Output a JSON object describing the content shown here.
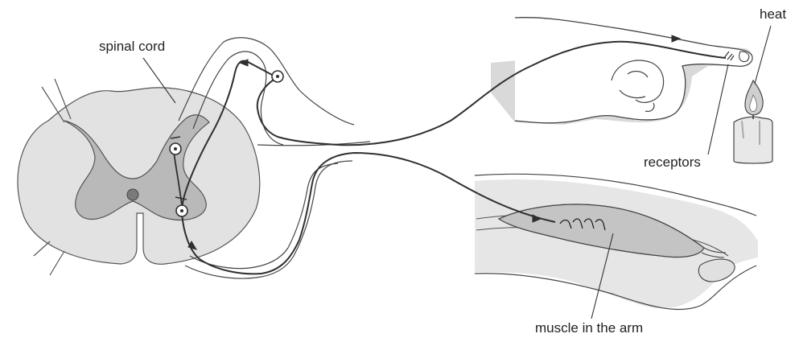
{
  "labels": {
    "spinal_cord": "spinal cord",
    "heat": "heat",
    "receptors": "receptors",
    "muscle": "muscle in the arm"
  },
  "colors": {
    "tissue_light": "#e2e2e2",
    "tissue_dark": "#b9b9b9",
    "skin": "#ffffff",
    "hand_shade": "#d9d9d9",
    "arm_shade": "#e6e6e6",
    "muscle_fill": "#c4c4c4",
    "nerve": "#2f2f2f",
    "outline": "#333333"
  },
  "icons": [
    "candle-icon",
    "flame-icon",
    "hand-icon",
    "arm-icon",
    "spinal-cord-section-icon"
  ]
}
